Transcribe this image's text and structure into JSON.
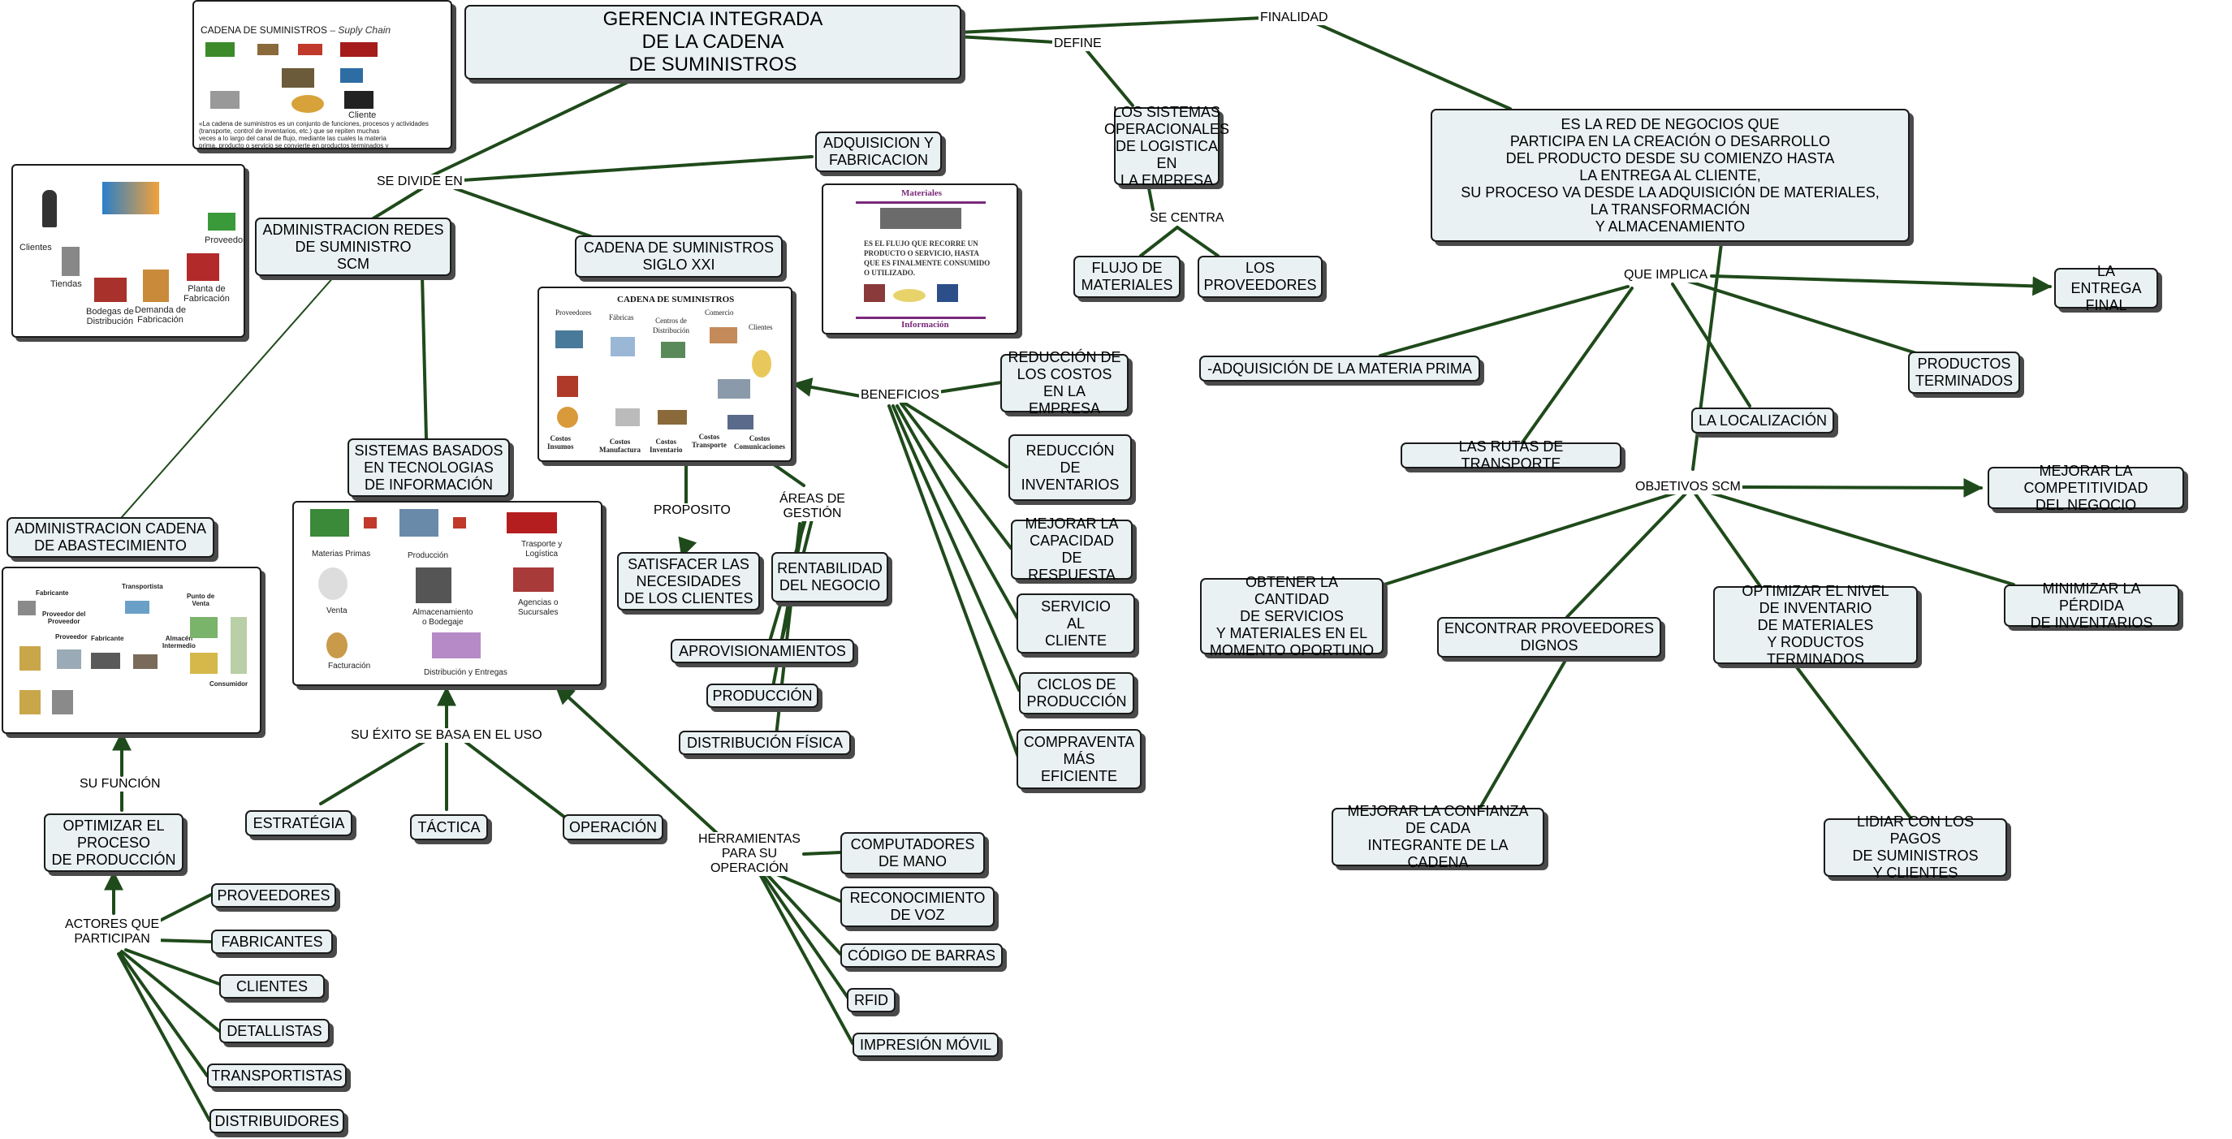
{
  "colors": {
    "link": "#1f4a1b",
    "node_fill": "#e9f1f2",
    "border": "#1b1b1b",
    "shadow": "#4a4a4a"
  },
  "nodes": {
    "root": "GERENCIA INTEGRADA\nDE LA CADENA\nDE SUMINISTROS",
    "logistica": "LOS SISTEMAS\nOPERACIONALES\nDE LOGISTICA EN\nLA EMPRESA",
    "flujo": "FLUJO DE\nMATERIALES",
    "proveedores_top": "LOS\nPROVEEDORES",
    "red_negocios": "ES LA RED DE NEGOCIOS QUE\nPARTICIPA EN LA CREACIÓN O DESARROLLO\nDEL PRODUCTO DESDE SU COMIENZO HASTA\nLA ENTREGA AL CLIENTE,\nSU PROCESO VA DESDE LA ADQUISICIÓN DE MATERIALES,\nLA TRANSFORMACIÓN\nY ALMACENAMIENTO",
    "entrega_final": "LA ENTREGA\nFINAL",
    "adq_materia": "-ADQUISICIÓN DE LA MATERIA PRIMA",
    "productos_term": "PRODUCTOS\nTERMINADOS",
    "rutas": "LAS RUTAS DE TRANSPORTE",
    "localizacion": "LA LOCALIZACIÓN",
    "competitividad": "MEJORAR LA COMPETITIVIDAD\nDEL NEGOCIO",
    "obtener": "OBTENER LA CANTIDAD\nDE SERVICIOS\nY MATERIALES EN EL\nMOMENTO OPORTUNO",
    "encontrar": "ENCONTRAR PROVEEDORES\nDIGNOS",
    "optimizar_nivel": "OPTIMIZAR EL NIVEL\nDE INVENTARIO\nDE MATERIALES\nY RODUCTOS TERMINADOS",
    "minimizar": "MINIMIZAR LA PÉRDIDA\nDE INVENTARIOS",
    "confianza": "MEJORAR LA CONFIANZA\nDE CADA\nINTEGRANTE DE LA CADENA",
    "lidiar": "LIDIAR CON LOS PAGOS\nDE SUMINISTROS\nY CLIENTES",
    "adquisicion": "ADQUISICION Y\nFABRICACION",
    "admin_redes": "ADMINISTRACION REDES\nDE SUMINISTRO\nSCM",
    "cadena_xxi": "CADENA DE SUMINISTROS\nSIGLO XXI",
    "sistemas_tec": "SISTEMAS BASADOS\nEN TECNOLOGIAS\nDE INFORMACIÓN",
    "admin_cadena": "ADMINISTRACION CADENA\nDE ABASTECIMIENTO",
    "optimizar_proceso": "OPTIMIZAR EL\nPROCESO\nDE PRODUCCIÓN",
    "act_proveedores": "PROVEEDORES",
    "act_fabricantes": "FABRICANTES",
    "act_clientes": "CLIENTES",
    "act_detallistas": "DETALLISTAS",
    "act_transportistas": "TRANSPORTISTAS",
    "act_distribuidores": "DISTRIBUIDORES",
    "estrategia": "ESTRATÉGIA",
    "tactica": "TÁCTICA",
    "operacion": "OPERACIÓN",
    "satisfacer": "SATISFACER LAS\nNECESIDADES\nDE LOS CLIENTES",
    "rentabilidad": "RENTABILIDAD\nDEL NEGOCIO",
    "aprovisionamientos": "APROVISIONAMIENTOS",
    "produccion": "PRODUCCIÓN",
    "distribucion": "DISTRIBUCIÓN FÍSICA",
    "red_costos": "REDUCCIÓN DE\nLOS COSTOS\nEN LA EMPRESA",
    "red_inventarios": "REDUCCIÓN\nDE\nINVENTARIOS",
    "capacidad": "MEJORAR LA\nCAPACIDAD\nDE RESPUESTA",
    "servicio": "SERVICIO\nAL\nCLIENTE",
    "ciclos": "CICLOS DE\nPRODUCCIÓN",
    "compraventa": "COMPRAVENTA\nMÁS\nEFICIENTE",
    "computadores": "COMPUTADORES\nDE MANO",
    "voz": "RECONOCIMIENTO\nDE VOZ",
    "barras": "CÓDIGO DE BARRAS",
    "rfid": "RFID",
    "impresion": "IMPRESIÓN MÓVIL"
  },
  "labels": {
    "finalidad": "FINALIDAD",
    "define": "DEFINE",
    "se_centra": "SE CENTRA",
    "que_implica": "QUE IMPLICA",
    "objetivos": "OBJETIVOS SCM",
    "se_divide": "SE DIVIDE EN",
    "beneficios": "BENEFICIOS",
    "proposito": "PROPOSITO",
    "areas": "ÁREAS DE\nGESTIÓN",
    "exito": "SU ÉXITO SE BASA EN EL USO",
    "herramientas": "HERRAMIENTAS\nPARA SU\nOPERACIÓN",
    "su_funcion": "SU FUNCIÓN",
    "actores": "ACTORES QUE\nPARTICIPAN"
  },
  "images": {
    "supply_chain": {
      "title": "CADENA DE SUMINISTROS",
      "title_italic": "– Suply Chain",
      "cliente": "Cliente",
      "note": "«La cadena de suministros es un conjunto de funciones, procesos y actividades\n(transporte, control de inventarios, etc.) que se repiten muchas\nveces a lo largo del canal de flujo, mediante las cuales la materia\nprima, producto o servicio se convierte en productos terminados y\nse añade valor para el consumidor final."
    },
    "network": {
      "clientes": "Clientes",
      "tiendas": "Tiendas",
      "bodegas": "Bodegas de\nDistribución",
      "demanda": "Demanda de\nFabricación",
      "planta": "Planta de\nFabricación",
      "proveedores": "Proveedores"
    },
    "flujo": {
      "materiales": "Materiales",
      "informacion": "Información",
      "text": "ES EL FLUJO QUE RECORRE UN\nPRODUCTO O SERVICIO, HASTA\nQUE ES FINALMENTE CONSUMIDO\nO UTILIZADO."
    },
    "cadena": {
      "title": "CADENA DE SUMINISTROS",
      "proveedores": "Proveedores",
      "fabricas": "Fábricas",
      "centros": "Centros de\nDistribución",
      "comercio": "Comercio",
      "clientes": "Clientes",
      "c_insumos": "Costos\nInsumos",
      "c_manufactura": "Costos\nManufactura",
      "c_inventario": "Costos\nInventario",
      "c_transporte": "Costos\nTransporte",
      "c_comunicaciones": "Costos\nComunicaciones"
    },
    "ciclo": {
      "materias": "Materias Primas",
      "produccion": "Producción",
      "transporte": "Trasporte y\nLogística",
      "venta": "Venta",
      "almacenamiento": "Almacenamiento\no Bodegaje",
      "agencias": "Agencias o\nSucursales",
      "facturacion": "Facturación",
      "distribucion": "Distribución y Entregas"
    },
    "abastecimiento": {
      "fabricante": "Fabricante",
      "transportista": "Transportista",
      "punto_venta": "Punto de\nVenta",
      "prov_prov": "Proveedor del\nProveedor",
      "proveedor": "Proveedor",
      "fabricante2": "Fabricante",
      "almacen": "Almacén\nIntermedio",
      "consumidor": "Consumidor"
    }
  }
}
